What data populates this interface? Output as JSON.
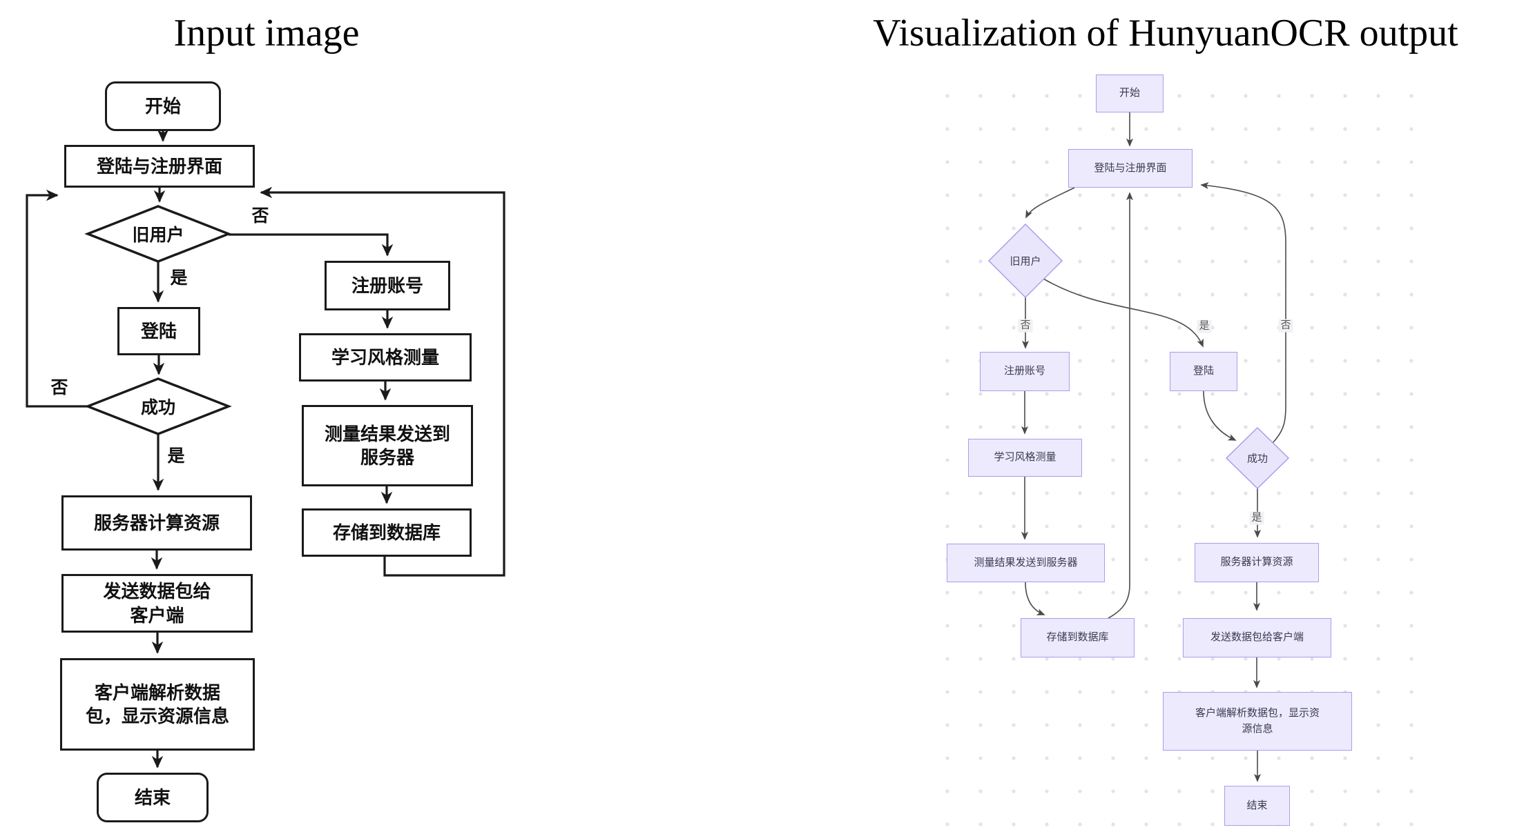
{
  "left": {
    "title": "Input image",
    "nodes": {
      "start": "开始",
      "login_register": "登陆与注册界面",
      "old_user": "旧用户",
      "register": "注册账号",
      "login": "登陆",
      "style_measure": "学习风格测量",
      "success": "成功",
      "measure_send_line1": "测量结果发送到",
      "measure_send_line2": "服务器",
      "server_compute": "服务器计算资源",
      "store_db": "存储到数据库",
      "send_packet_line1": "发送数据包给",
      "send_packet_line2": "客户端",
      "client_parse_line1": "客户端解析数据",
      "client_parse_line2": "包，显示资源信息",
      "end": "结束"
    },
    "edge_labels": {
      "old_user_no": "否",
      "old_user_yes": "是",
      "success_no": "否",
      "success_yes": "是"
    }
  },
  "right": {
    "title": "Visualization of HunyuanOCR output",
    "nodes": {
      "start": "开始",
      "login_register": "登陆与注册界面",
      "old_user": "旧用户",
      "register": "注册账号",
      "login": "登陆",
      "style_measure": "学习风格测量",
      "success": "成功",
      "measure_send": "测量结果发送到服务器",
      "server_compute": "服务器计算资源",
      "store_db": "存储到数据库",
      "send_packet": "发送数据包给客户端",
      "client_parse_line1": "客户端解析数据包，显示资",
      "client_parse_line2": "源信息",
      "end": "结束"
    },
    "edge_labels": {
      "old_user_no": "否",
      "old_user_yes": "是",
      "success_no": "否",
      "success_yes": "是"
    }
  },
  "colors": {
    "left_ink": "#1a1a1a",
    "right_node_fill": "#eceafc",
    "right_node_border": "#a79df0",
    "right_edge": "#4a4a4a"
  }
}
